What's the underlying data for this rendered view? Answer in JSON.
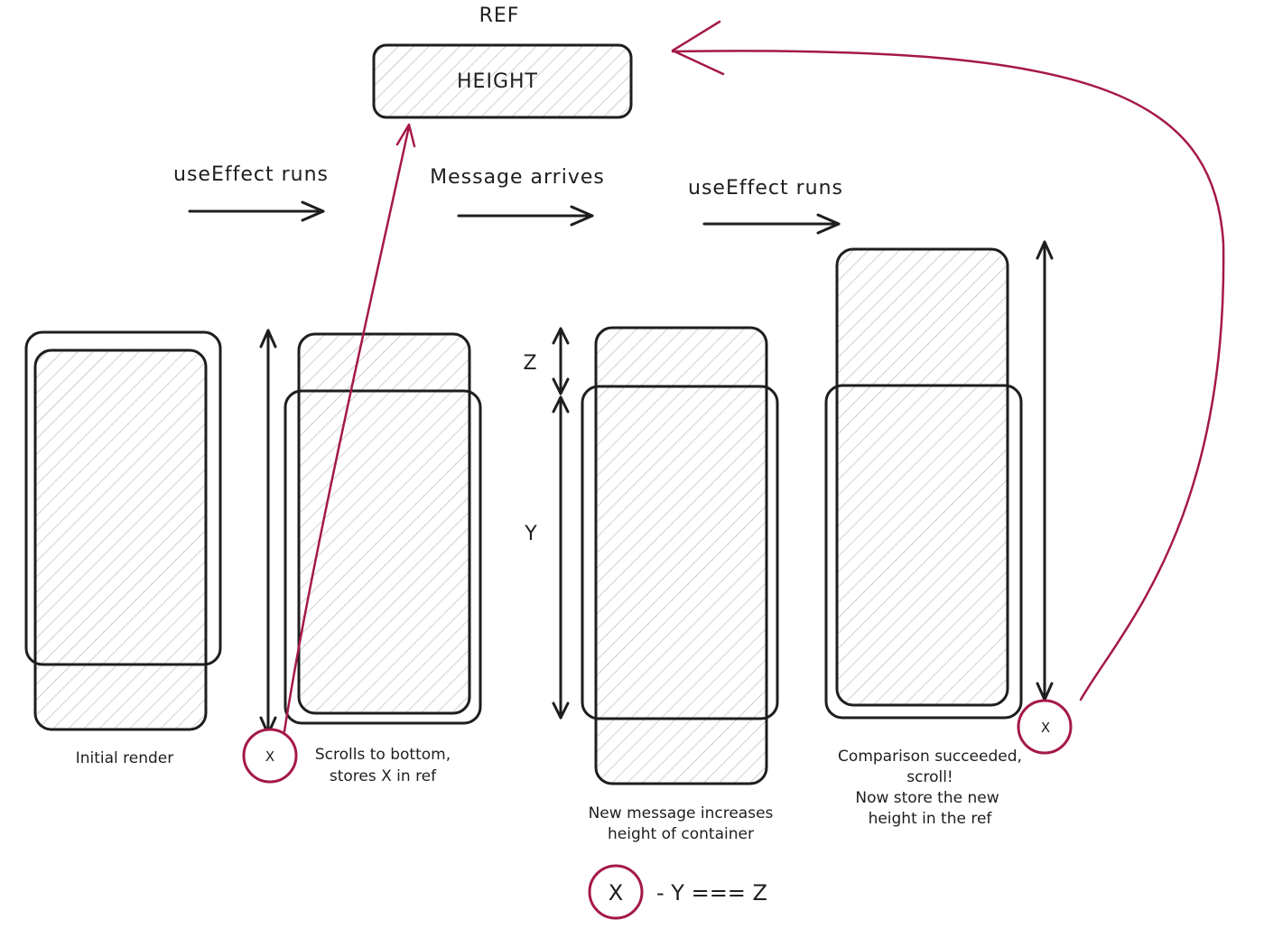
{
  "ref_box": {
    "title": "REF",
    "label": "HEIGHT"
  },
  "steps": {
    "step1_label": "useEffect runs",
    "step2_label": "Message arrives",
    "step3_label": "useEffect runs"
  },
  "captions": {
    "initial": "Initial render",
    "scrolls_line1": "Scrolls to bottom,",
    "scrolls_line2": "stores X in ref",
    "new_message_line1": "New message increases",
    "new_message_line2": "height of container",
    "comparison_line1": "Comparison succeeded,",
    "comparison_line2": "scroll!",
    "comparison_line3": "Now store the new",
    "comparison_line4": "height in the ref"
  },
  "dimensions": {
    "z_label": "Z",
    "y_label": "Y"
  },
  "markers": {
    "x_marker_1": "X",
    "x_marker_2": "X"
  },
  "formula": {
    "x": "X",
    "rest": "- Y === Z"
  },
  "colors": {
    "accent": "#a5184a",
    "stroke": "#1e1e1e",
    "hatch": "#bdbdbd"
  }
}
